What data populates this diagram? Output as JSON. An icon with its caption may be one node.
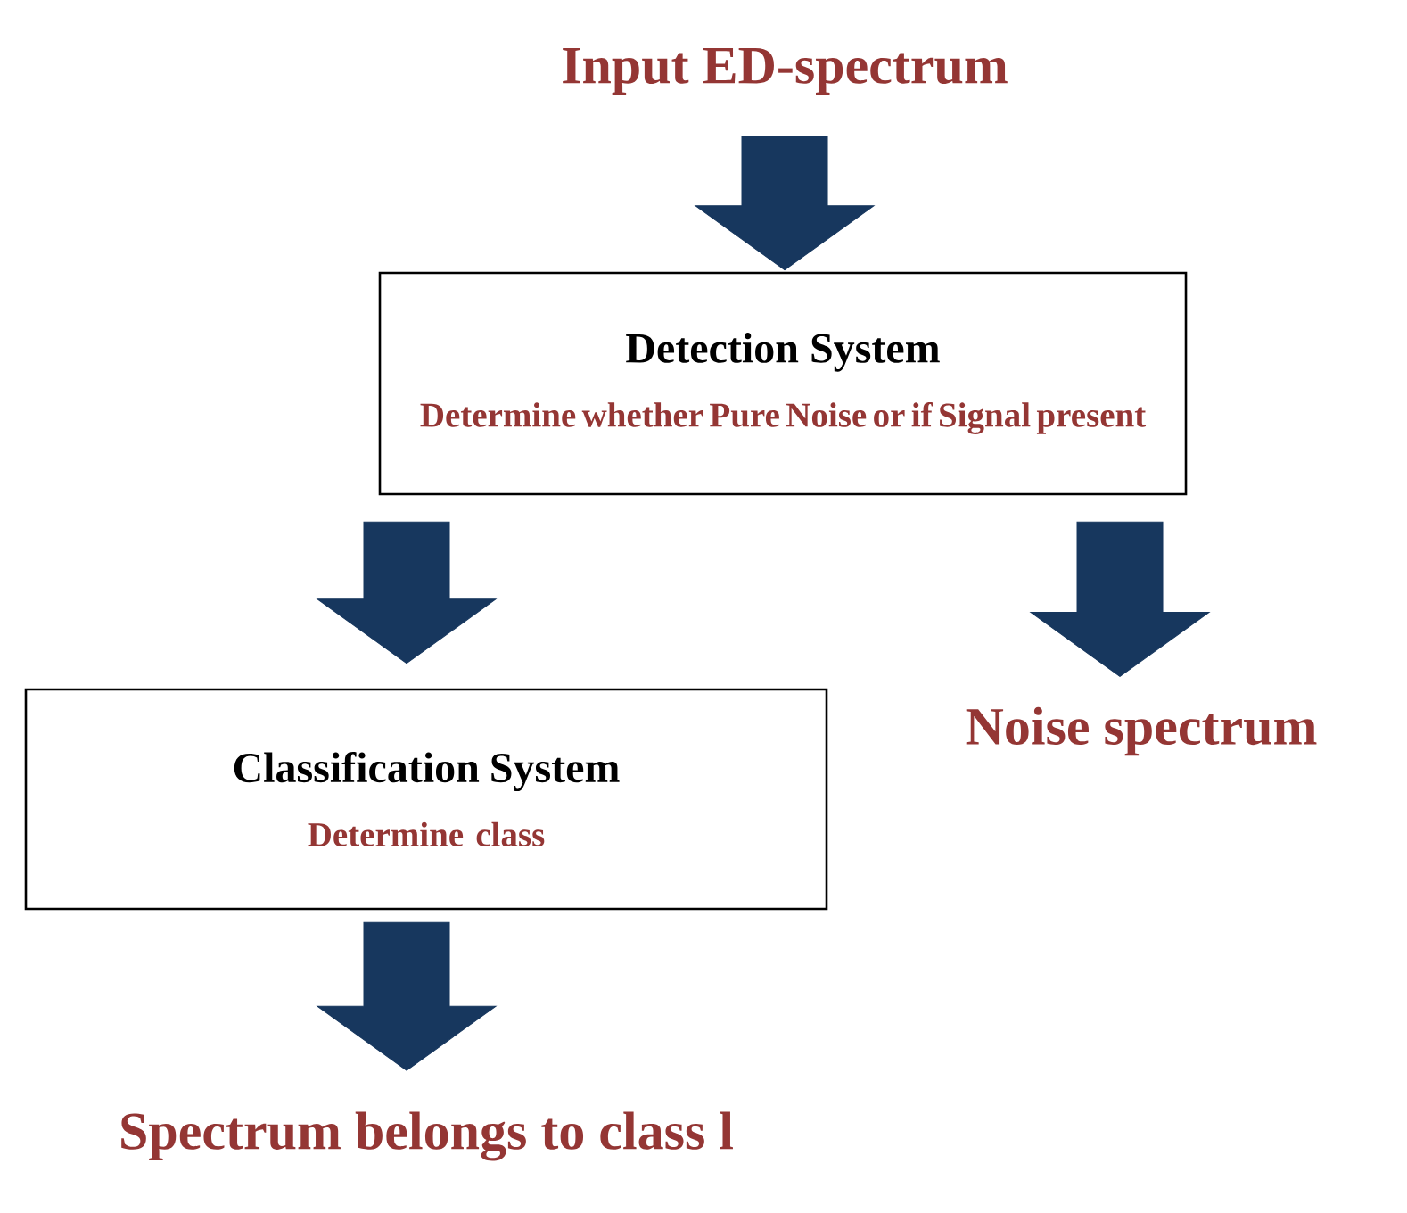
{
  "diagram": {
    "nodes": [
      {
        "text": [
          "Input ED-spectrum"
        ]
      },
      {
        "text": [
          "Detection System",
          "Determine whether Pure Noise or if Signal present"
        ]
      },
      {
        "text": [
          "Noise spectrum"
        ]
      },
      {
        "text": [
          "Classification System",
          "Determine class"
        ]
      },
      {
        "text": [
          "Spectrum belongs to class l"
        ]
      }
    ],
    "edges": [
      {
        "from": 0,
        "to": 1,
        "arrow": "to"
      },
      {
        "from": 1,
        "to": 3,
        "arrow": "to"
      },
      {
        "from": 1,
        "to": 2,
        "arrow": "to"
      },
      {
        "from": 3,
        "to": 4,
        "arrow": "to"
      }
    ]
  }
}
